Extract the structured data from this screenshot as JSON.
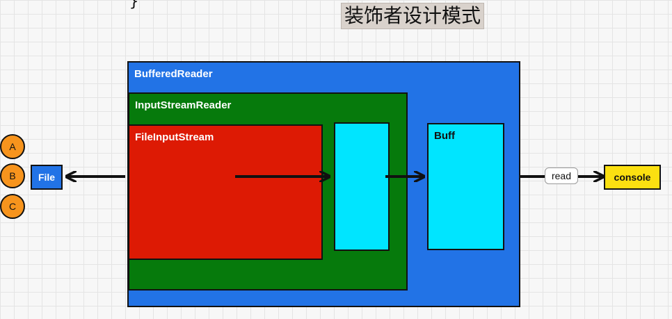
{
  "title": "装饰者设计模式",
  "code_fragment": "}",
  "boxes": {
    "buffered_reader": "BufferedReader",
    "input_stream_reader": "InputStreamReader",
    "file_input_stream": "FileInputStream",
    "buff": "Buff"
  },
  "file_label": "File",
  "circles": [
    "A",
    "B",
    "C"
  ],
  "read_label": "read",
  "console_label": "console",
  "colors": {
    "buffered_reader": "#2273e6",
    "input_stream_reader": "#067a0c",
    "file_input_stream": "#dd1a04",
    "buffer": "#00e5ff",
    "circle": "#f7941d",
    "console": "#fbe011"
  }
}
